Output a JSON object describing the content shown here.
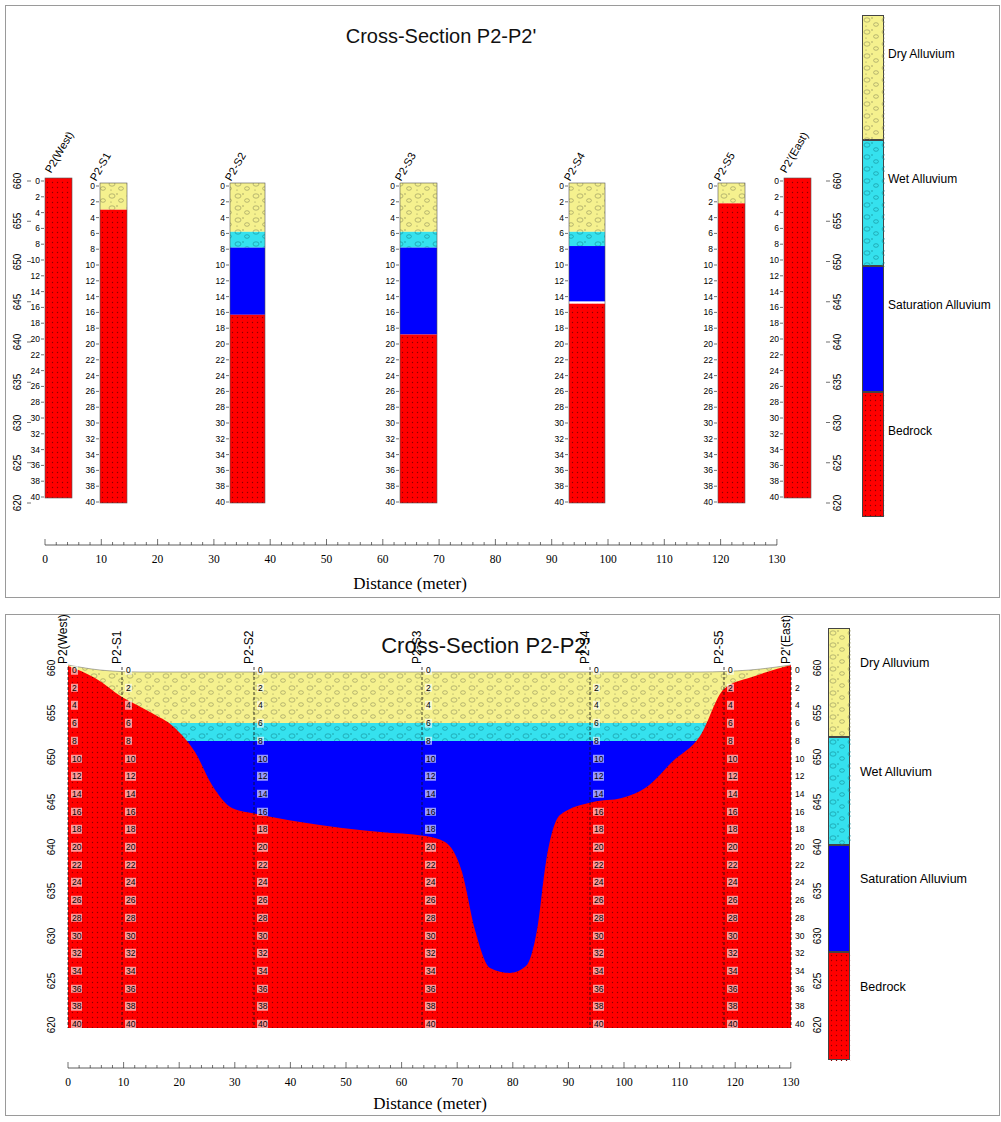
{
  "diagram": {
    "nodes": [
      {
        "text": [
          "Cross-Section P2-P2'"
        ]
      },
      {
        "text": [
          "Cross-Section P2-P2'"
        ]
      }
    ],
    "labels": [
      "P2(West)",
      "P2-S1",
      "P2-S2",
      "P2-S3",
      "P2-S4",
      "P2-S5",
      "P2'(East)",
      "0",
      "2",
      "4",
      "6",
      "8",
      "10",
      "12",
      "14",
      "16",
      "18",
      "20",
      "22",
      "24",
      "26",
      "28",
      "30",
      "32",
      "34",
      "36",
      "38",
      "40",
      "0",
      "2",
      "4",
      "6",
      "8",
      "10",
      "12",
      "14",
      "16",
      "18",
      "20",
      "22",
      "24",
      "26",
      "28",
      "30",
      "32",
      "34",
      "36",
      "38",
      "40",
      "0",
      "2",
      "4",
      "6",
      "8",
      "10",
      "12",
      "14",
      "16",
      "18",
      "20",
      "22",
      "24",
      "26",
      "28",
      "30",
      "32",
      "34",
      "36",
      "38",
      "40",
      "0",
      "2",
      "4",
      "6",
      "8",
      "10",
      "12",
      "14",
      "16",
      "18",
      "20",
      "22",
      "24",
      "26",
      "28",
      "30",
      "32",
      "34",
      "36",
      "38",
      "40",
      "0",
      "2",
      "4",
      "6",
      "8",
      "10",
      "12",
      "14",
      "16",
      "18",
      "20",
      "22",
      "24",
      "26",
      "28",
      "30",
      "32",
      "34",
      "36",
      "38",
      "40",
      "0",
      "2",
      "4",
      "6",
      "8",
      "10",
      "12",
      "14",
      "16",
      "18",
      "20",
      "22",
      "24",
      "26",
      "28",
      "30",
      "32",
      "34",
      "36",
      "38",
      "40",
      "0",
      "2",
      "4",
      "6",
      "8",
      "10",
      "12",
      "14",
      "16",
      "18",
      "20",
      "22",
      "24",
      "26",
      "28",
      "30",
      "32",
      "34",
      "36",
      "38",
      "40",
      "660",
      "655",
      "650",
      "645",
      "640",
      "635",
      "630",
      "625",
      "620",
      "660",
      "655",
      "650",
      "645",
      "640",
      "635",
      "630",
      "625",
      "620",
      "0",
      "10",
      "20",
      "30",
      "40",
      "50",
      "60",
      "70",
      "80",
      "90",
      "100",
      "110",
      "120",
      "130",
      "Distance (meter)",
      "P2(West)",
      "P2-S1",
      "P2-S2",
      "P2-S3",
      "P2-S4",
      "P2-S5",
      "P2'(East)",
      "0",
      "2",
      "4",
      "6",
      "8",
      "10",
      "12",
      "14",
      "16",
      "18",
      "20",
      "22",
      "24",
      "26",
      "28",
      "30",
      "32",
      "34",
      "36",
      "38",
      "40",
      "0",
      "2",
      "4",
      "6",
      "8",
      "10",
      "12",
      "14",
      "16",
      "18",
      "20",
      "22",
      "24",
      "26",
      "28",
      "30",
      "32",
      "34",
      "36",
      "38",
      "40",
      "0",
      "2",
      "4",
      "6",
      "8",
      "10",
      "12",
      "14",
      "16",
      "18",
      "20",
      "22",
      "24",
      "26",
      "28",
      "30",
      "32",
      "34",
      "36",
      "38",
      "40",
      "0",
      "2",
      "4",
      "6",
      "8",
      "10",
      "12",
      "14",
      "16",
      "18",
      "20",
      "22",
      "24",
      "26",
      "28",
      "30",
      "32",
      "34",
      "36",
      "38",
      "40",
      "0",
      "2",
      "4",
      "6",
      "8",
      "10",
      "12",
      "14",
      "16",
      "18",
      "20",
      "22",
      "24",
      "26",
      "28",
      "30",
      "32",
      "34",
      "36",
      "38",
      "40",
      "0",
      "2",
      "4",
      "6",
      "8",
      "10",
      "12",
      "14",
      "16",
      "18",
      "20",
      "22",
      "24",
      "26",
      "28",
      "30",
      "32",
      "34",
      "36",
      "38",
      "40",
      "0",
      "2",
      "4",
      "6",
      "8",
      "10",
      "12",
      "14",
      "16",
      "18",
      "20",
      "22",
      "24",
      "26",
      "28",
      "30",
      "32",
      "34",
      "36",
      "38",
      "40",
      "660",
      "655",
      "650",
      "645",
      "640",
      "635",
      "630",
      "625",
      "620",
      "660",
      "655",
      "650",
      "645",
      "640",
      "635",
      "630",
      "625",
      "620",
      "0",
      "10",
      "20",
      "30",
      "40",
      "50",
      "60",
      "70",
      "80",
      "90",
      "100",
      "110",
      "120",
      "130",
      "Distance (meter)"
    ],
    "legend": [
      {
        "text": "Dry Alluvium",
        "color": "#f5f18e"
      },
      {
        "text": "Wet Alluvium",
        "color": "#35e1ee"
      },
      {
        "text": "Saturation Alluvium",
        "color": "#0000ff"
      },
      {
        "text": "Bedrock",
        "color": "#ff0000"
      },
      {
        "text": "Dry Alluvium",
        "color": "#f5f18e"
      },
      {
        "text": "Wet Alluvium",
        "color": "#35e1ee"
      },
      {
        "text": "Saturation Alluvium",
        "color": "#0000ff"
      },
      {
        "text": "Bedrock",
        "color": "#ff0000"
      }
    ]
  }
}
